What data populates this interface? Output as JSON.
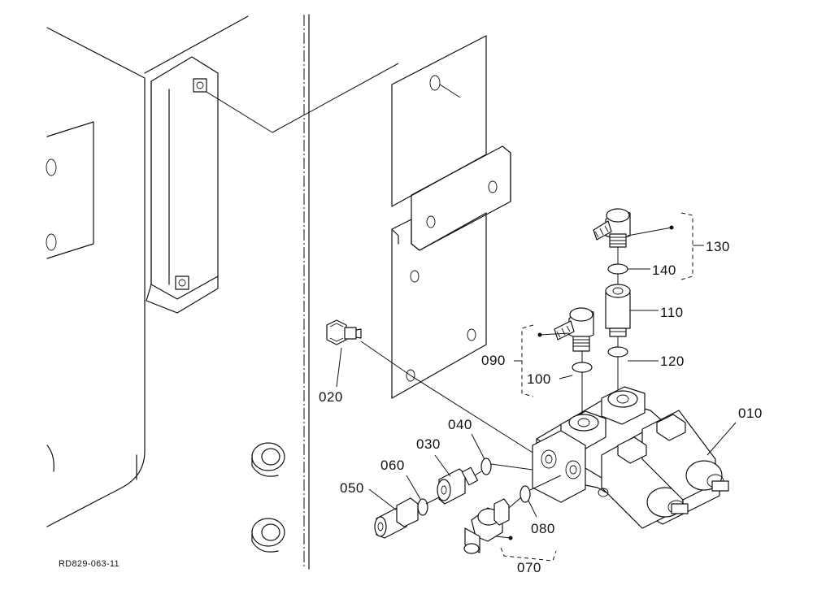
{
  "diagram": {
    "footer_code": "RD829-063-11",
    "callouts": {
      "p010": "010",
      "p020": "020",
      "p030": "030",
      "p040": "040",
      "p050": "050",
      "p060": "060",
      "p070": "070",
      "p080": "080",
      "p090": "090",
      "p100": "100",
      "p110": "110",
      "p120": "120",
      "p130": "130",
      "p140": "140"
    }
  }
}
